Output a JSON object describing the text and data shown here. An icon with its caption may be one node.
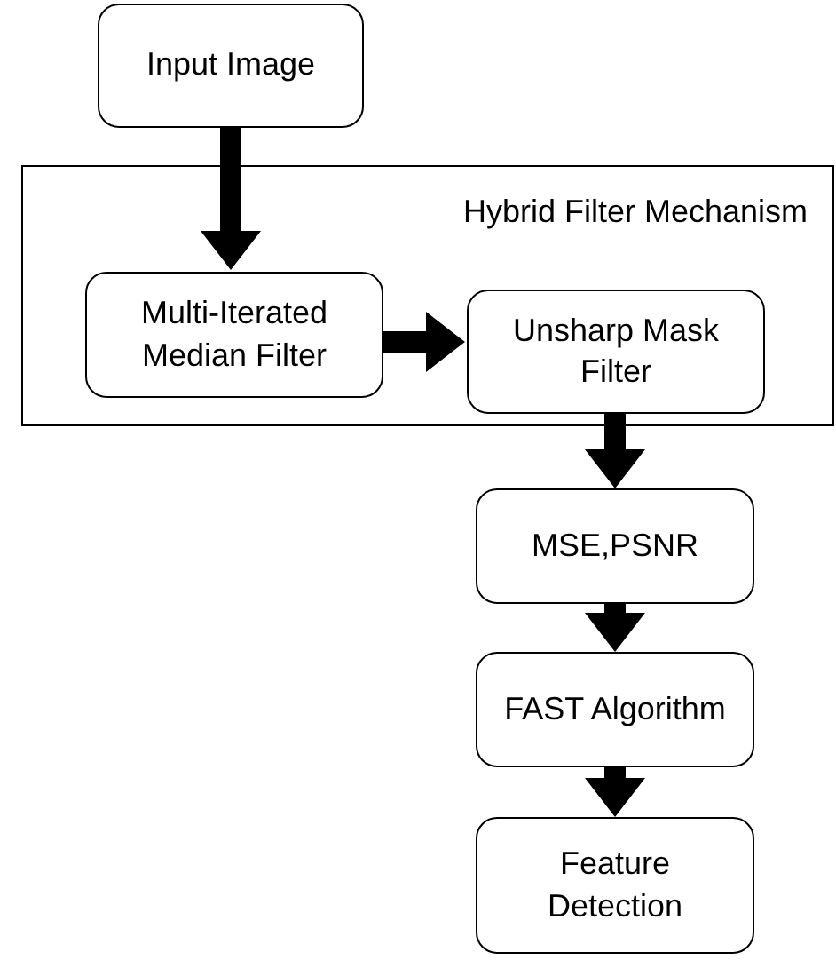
{
  "diagram": {
    "nodes": [
      {
        "text": [
          "Input Image"
        ]
      },
      {
        "text": [
          "Hybrid Filter Mechanism"
        ]
      },
      {
        "text": [
          "Multi-Iterated Median Filter"
        ],
        "in": 1
      },
      {
        "text": [
          "Unsharp Mask Filter"
        ],
        "in": 1
      },
      {
        "text": [
          "MSE,PSNR"
        ]
      },
      {
        "text": [
          "FAST Algorithm"
        ]
      },
      {
        "text": [
          "Feature Detection"
        ]
      }
    ],
    "edges": [
      {
        "from": 0,
        "to": 2,
        "arrow": "to"
      },
      {
        "from": 2,
        "to": 3,
        "arrow": "to"
      },
      {
        "from": 3,
        "to": 4,
        "arrow": "to"
      },
      {
        "from": 4,
        "to": 5,
        "arrow": "to"
      },
      {
        "from": 5,
        "to": 6,
        "arrow": "to"
      }
    ]
  }
}
